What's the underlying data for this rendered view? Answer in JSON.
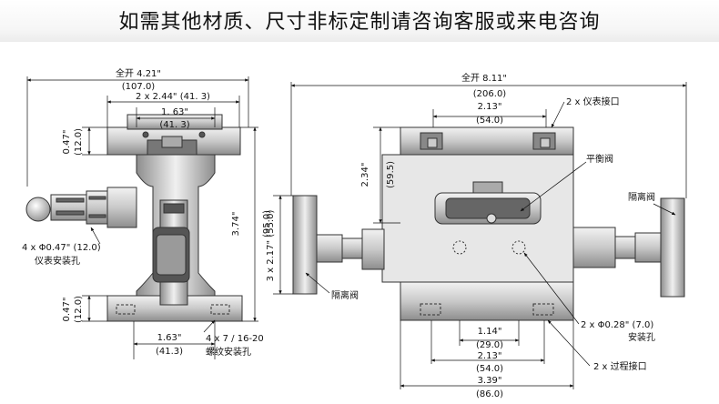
{
  "banner": {
    "title": "如需其他材质、尺寸非标定制请咨询客服或来电咨询"
  },
  "left_view": {
    "overall_width_in": "全开 4.21\"",
    "overall_width_mm": "(107.0)",
    "spacing_244": "2 x 2.44\" (41. 3)",
    "top_163_in": "1. 63\"",
    "top_163_mm": "(41. 3)",
    "top_047_in": "0.47\"",
    "top_047_mm": "(12.0)",
    "height_374_in": "3.74\"",
    "height_374_mm": "(95.0)",
    "bottom_047_in": "0.47\"",
    "bottom_047_mm": "(12.0)",
    "bottom_163_in": "1.63\"",
    "bottom_163_mm": "(41.3)",
    "gauge_holes": "4 x Φ0.47\" (12.0)",
    "gauge_holes_label": "仪表安装孔",
    "thread": "4 x 7 / 16-20",
    "thread_label": "螺纹安装孔"
  },
  "right_view": {
    "overall_width_in": "全开 8.11\"",
    "overall_width_mm": "(206.0)",
    "gauge_port": "2 x 仪表接口",
    "top_213_in": "2.13\"",
    "top_213_mm": "(54.0)",
    "balance_valve": "平衡阀",
    "isolation_valve_right": "隔离阀",
    "height_234_in": "2.34\"",
    "height_234_mm": "(59.5)",
    "height_217": "3 x 2.17\" (55.0)",
    "isolation_valve_left": "隔离阀",
    "mount_holes": "2 x Φ0.28\" (7.0)",
    "mount_holes_label": "安装孔",
    "bottom_114_in": "1.14\"",
    "bottom_114_mm": "(29.0)",
    "bottom_213_in": "2.13\"",
    "bottom_213_mm": "(54.0)",
    "bottom_339_in": "3.39\"",
    "bottom_339_mm": "(86.0)",
    "process_port": "2 x 过程接口"
  }
}
